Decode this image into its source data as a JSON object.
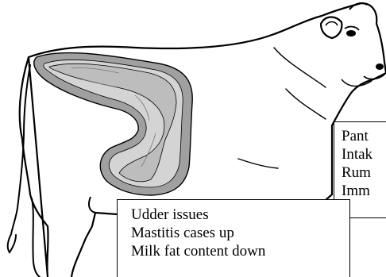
{
  "diagram": {
    "colors": {
      "outline": "#000000",
      "rumen_outer": "#a0a0a0",
      "rumen_inner": "#d4d4d4",
      "rumen_content": "#bdbdbd",
      "background": "#ffffff"
    },
    "callouts": {
      "right": {
        "lines": [
          "Pant",
          "Intak",
          "Rum",
          "Imm"
        ]
      },
      "bottom": {
        "lines": [
          "Udder issues",
          "Mastitis cases up",
          "Milk fat content down"
        ]
      }
    }
  }
}
